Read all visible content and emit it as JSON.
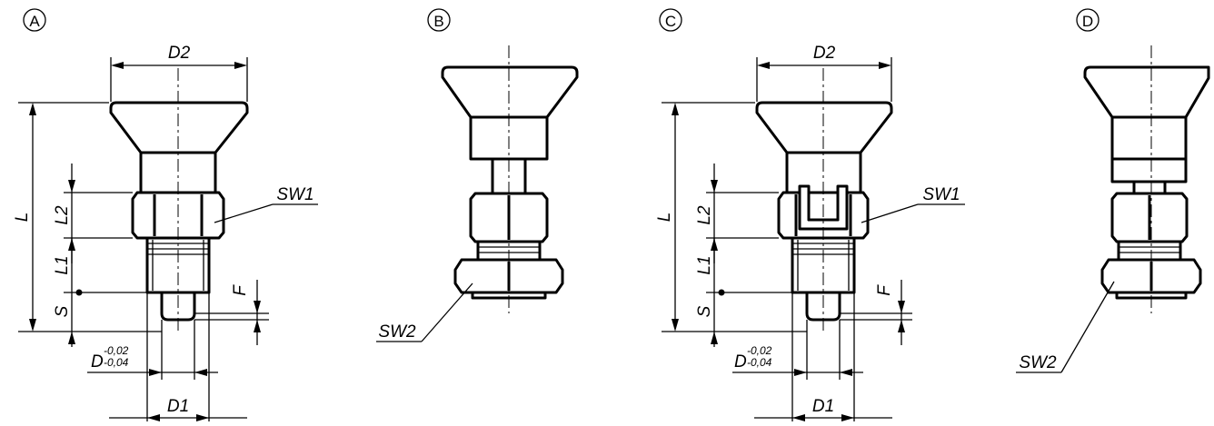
{
  "views": [
    {
      "id": "A",
      "label": "A"
    },
    {
      "id": "B",
      "label": "B"
    },
    {
      "id": "C",
      "label": "C"
    },
    {
      "id": "D",
      "label": "D"
    }
  ],
  "dimensions": {
    "D2": "D2",
    "L": "L",
    "L1": "L1",
    "L2": "L2",
    "S": "S",
    "F": "F",
    "SW1": "SW1",
    "SW2": "SW2",
    "D": "D",
    "D_tol_upper": "-0,02",
    "D_tol_lower": "-0,04",
    "D1": "D1"
  }
}
